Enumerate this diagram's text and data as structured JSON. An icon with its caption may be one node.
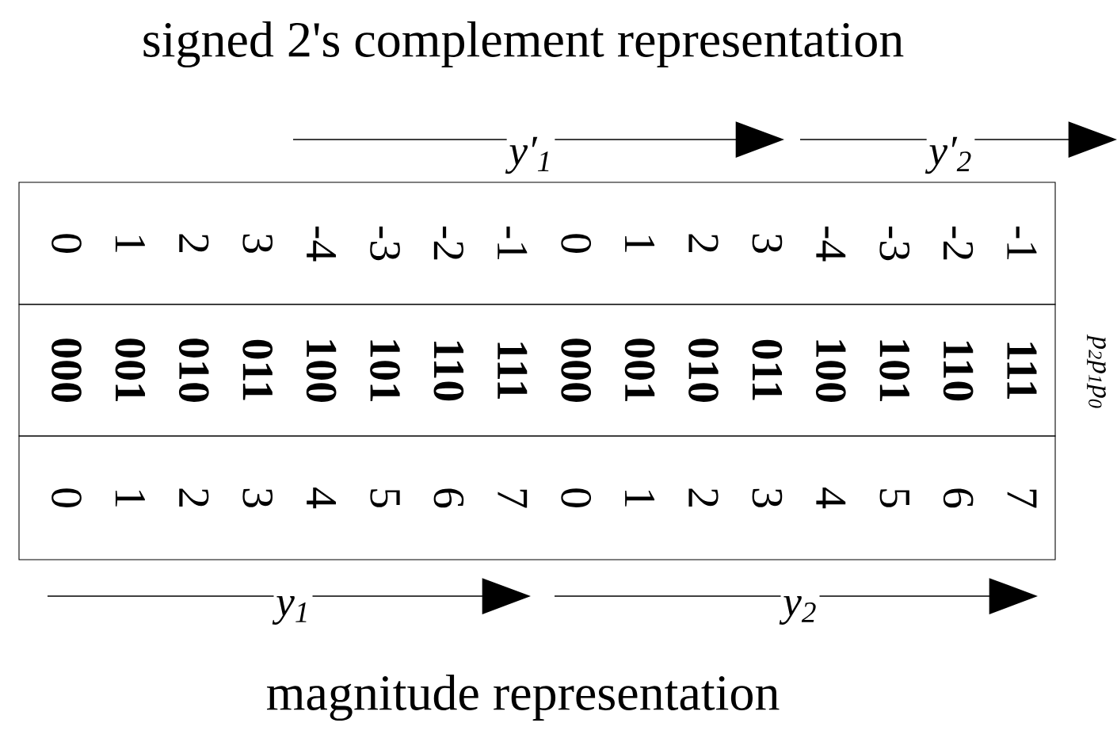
{
  "diagram": {
    "title": "signed 2's complement representation",
    "nodes": [
      {
        "text": [
          "0",
          "1",
          "2",
          "3",
          "-4",
          "-3",
          "-2",
          "-1",
          "0",
          "1",
          "2",
          "3",
          "-4",
          "-3",
          "-2",
          "-1"
        ]
      },
      {
        "text": [
          "000",
          "001",
          "010",
          "011",
          "100",
          "101",
          "110",
          "111",
          "000",
          "001",
          "010",
          "011",
          "100",
          "101",
          "110",
          "111"
        ]
      },
      {
        "text": [
          "0",
          "1",
          "2",
          "3",
          "4",
          "5",
          "6",
          "7",
          "0",
          "1",
          "2",
          "3",
          "4",
          "5",
          "6",
          "7"
        ]
      }
    ],
    "edges": [],
    "labels": [
      "y′$_{1}$",
      "y′$_{2}$",
      "p$_{2}$p$_{1}$p$_{0}$",
      "y$_{1}$",
      "y$_{2}$",
      "magnitude representation"
    ]
  }
}
